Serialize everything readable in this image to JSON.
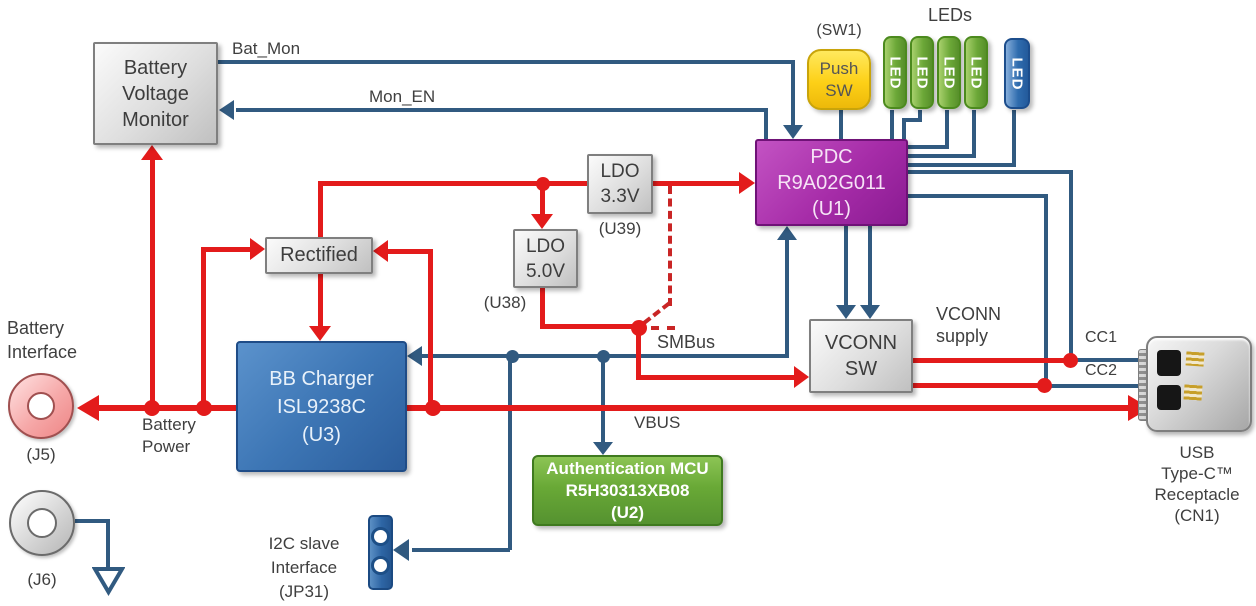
{
  "colors": {
    "wire_blue": "#315a80",
    "wire_red": "#e31b1b",
    "dashed_red": "#c92525",
    "pdc_purple": "#a62ca8",
    "mcu_green": "#69a936",
    "charger_blue": "#3d76b5",
    "push_yellow": "#fdd017",
    "led_green": "#6ca838",
    "led_blue": "#2f6cae"
  },
  "blocks": {
    "battery_voltage_monitor": {
      "line1": "Battery",
      "line2": "Voltage",
      "line3": "Monitor"
    },
    "rectified": {
      "label": "Rectified"
    },
    "ldo_3v3": {
      "line1": "LDO",
      "line2": "3.3V",
      "ref": "(U39)"
    },
    "ldo_5v0": {
      "line1": "LDO",
      "line2": "5.0V",
      "ref": "(U38)"
    },
    "bb_charger": {
      "line1": "BB Charger",
      "line2": "ISL9238C",
      "line3": "(U3)"
    },
    "pdc": {
      "line1": "PDC",
      "line2": "R9A02G011",
      "line3": "(U1)"
    },
    "push_sw": {
      "line1": "Push",
      "line2": "SW",
      "ref": "(SW1)"
    },
    "vconn_sw": {
      "line1": "VCONN",
      "line2": "SW"
    },
    "auth_mcu": {
      "line1": "Authentication MCU",
      "line2": "R5H30313XB08",
      "line3": "(U2)"
    },
    "led_label": "LED",
    "leds_group_label": "LEDs"
  },
  "signals": {
    "bat_mon": "Bat_Mon",
    "mon_en": "Mon_EN",
    "smbus": "SMBus",
    "vbus": "VBUS",
    "vconn_supply_line1": "VCONN",
    "vconn_supply_line2": "supply",
    "cc1": "CC1",
    "cc2": "CC2",
    "battery_power_line1": "Battery",
    "battery_power_line2": "Power"
  },
  "connectors": {
    "battery_interface_line1": "Battery",
    "battery_interface_line2": "Interface",
    "j5_ref": "(J5)",
    "j6_ref": "(J6)",
    "i2c_line1": "I2C slave",
    "i2c_line2": "Interface",
    "i2c_line3": "(JP31)",
    "usb_line1": "USB",
    "usb_line2": "Type-C™",
    "usb_line3": "Receptacle",
    "usb_line4": "(CN1)"
  }
}
